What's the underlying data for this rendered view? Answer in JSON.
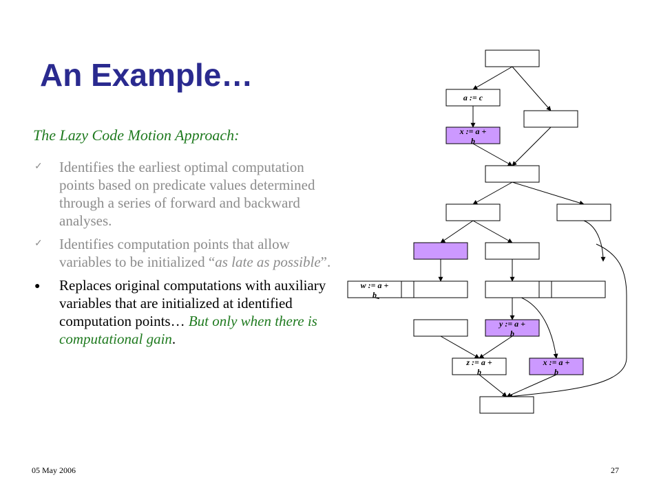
{
  "slide": {
    "title": "An Example…",
    "subtitle": "The Lazy Code Motion Approach:",
    "bullets": [
      {
        "text": "Identifies the earliest optimal computation points based on predicate values determined through a series of forward and backward analyses."
      },
      {
        "text_before": "Identifies computation points that allow variables to be initialized “",
        "text_italic": "as late as possible",
        "text_after": "”."
      },
      {
        "text": "Replaces original computations with auxiliary variables that are initialized at identified computation points… ",
        "text_green_italic": "But only when there is computational gain",
        "text_end": "."
      }
    ],
    "footer_date": "05 May 2006",
    "footer_page": "27"
  },
  "diagram": {
    "colors": {
      "highlight": "#cc99ff",
      "plain": "#ffffff",
      "stroke": "#000000"
    },
    "nodes": [
      {
        "id": "n1",
        "lines": []
      },
      {
        "id": "n2",
        "lines": [
          "a := c"
        ]
      },
      {
        "id": "n3",
        "lines": [
          "x := a +",
          "b"
        ],
        "highlight": true
      },
      {
        "id": "n4",
        "lines": []
      },
      {
        "id": "n5",
        "lines": []
      },
      {
        "id": "n6",
        "lines": []
      },
      {
        "id": "n7",
        "lines": []
      },
      {
        "id": "n8",
        "lines": [],
        "highlight": true
      },
      {
        "id": "n9",
        "lines": []
      },
      {
        "id": "n10",
        "lines": [
          "w := a +",
          "b"
        ]
      },
      {
        "id": "n11",
        "lines": []
      },
      {
        "id": "n12",
        "lines": []
      },
      {
        "id": "n13",
        "lines": []
      },
      {
        "id": "n14",
        "lines": []
      },
      {
        "id": "n15",
        "lines": []
      },
      {
        "id": "n16",
        "lines": []
      },
      {
        "id": "n17",
        "lines": [
          "y := a +",
          "b"
        ],
        "highlight": true
      },
      {
        "id": "n18",
        "lines": [
          "z := a +",
          "b"
        ]
      },
      {
        "id": "n19",
        "lines": [
          "x := a +",
          "b"
        ],
        "highlight": true
      },
      {
        "id": "n20",
        "lines": []
      }
    ]
  }
}
